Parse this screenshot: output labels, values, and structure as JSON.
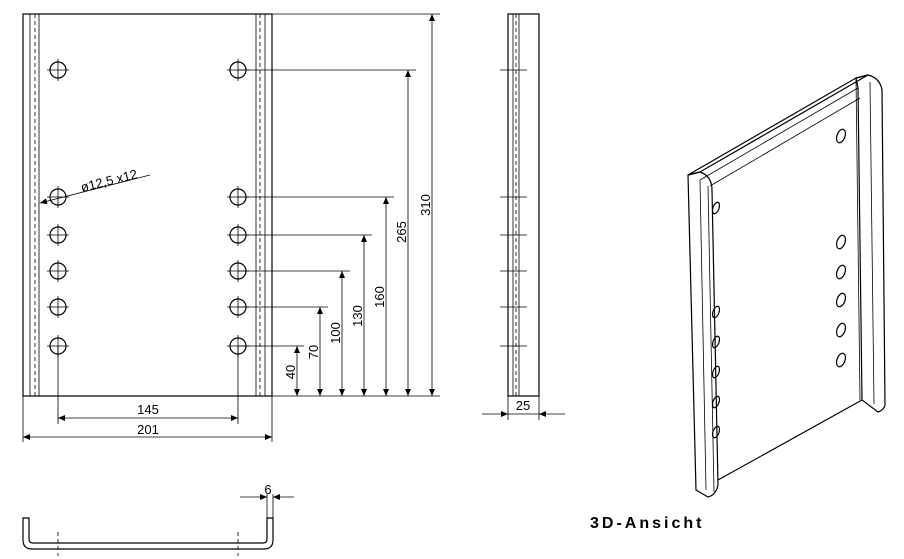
{
  "dimensions": {
    "hole_spec": "ø12,5  x12",
    "height_total": "310",
    "height_265": "265",
    "height_160": "160",
    "height_130": "130",
    "height_100": "100",
    "height_70": "70",
    "height_40": "40",
    "width_hole_spacing": "145",
    "width_total": "201",
    "depth": "25",
    "thickness": "6"
  },
  "labels": {
    "view_3d": "3D-Ansicht"
  },
  "colors": {
    "line": "#000000",
    "background": "#ffffff"
  }
}
